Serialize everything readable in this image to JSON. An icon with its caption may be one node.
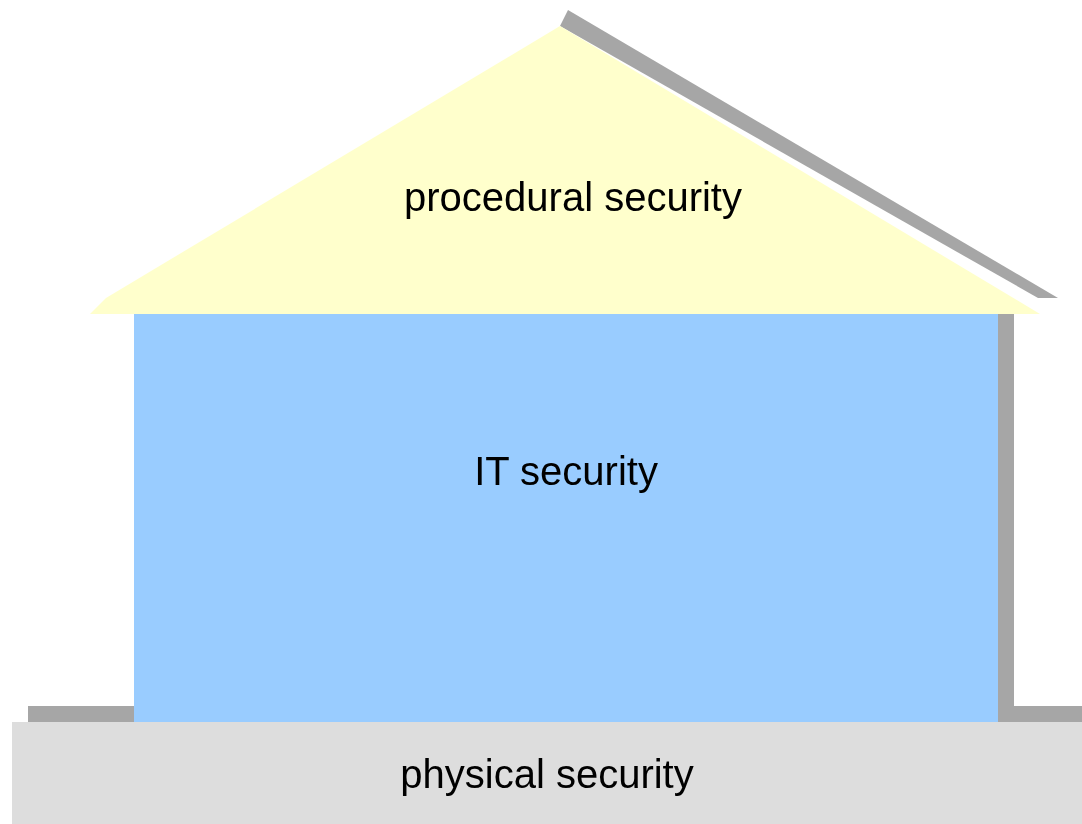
{
  "diagram": {
    "nodes": [
      {
        "text": [
          "procedural security"
        ]
      },
      {
        "text": [
          "IT security"
        ]
      },
      {
        "text": [
          "physical security"
        ]
      }
    ]
  }
}
